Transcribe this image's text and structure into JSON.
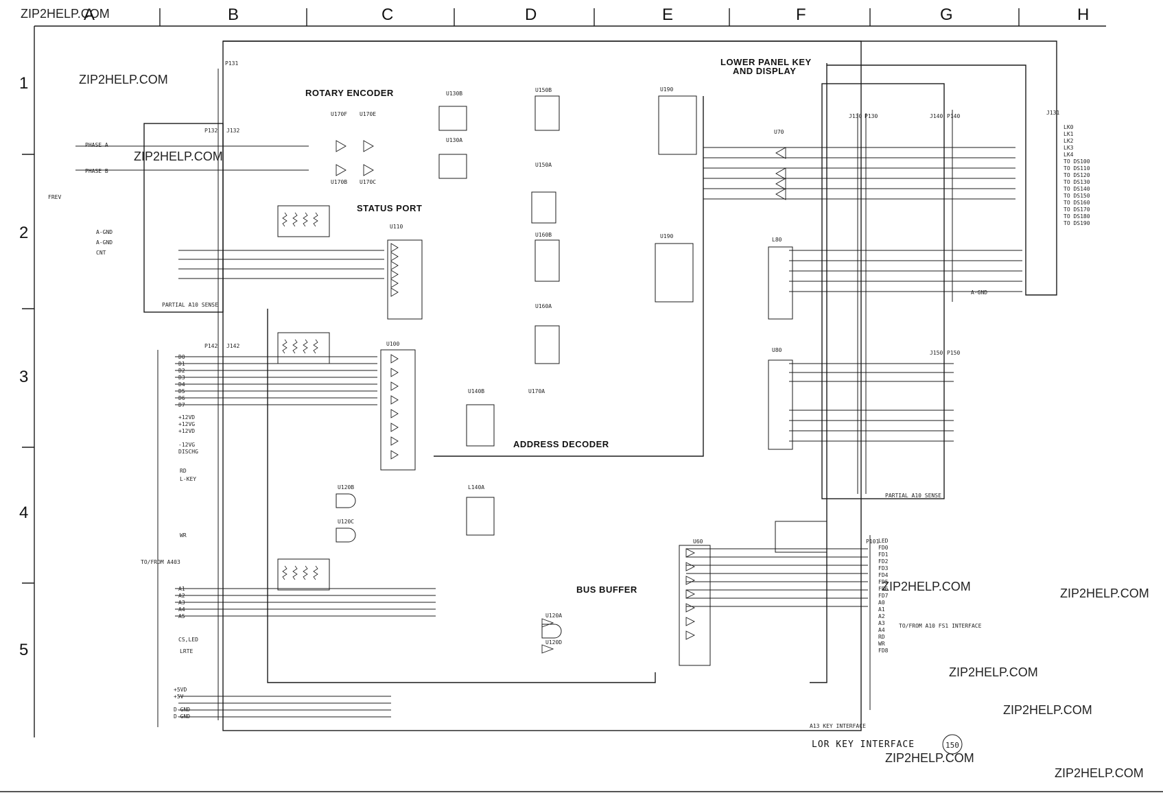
{
  "watermark": "ZIP2HELP.COM",
  "columns": [
    "A",
    "B",
    "C",
    "D",
    "E",
    "F",
    "G",
    "H"
  ],
  "rows": [
    "1",
    "2",
    "3",
    "4",
    "5"
  ],
  "blocks": {
    "rotary_encoder": "ROTARY ENCODER",
    "status_port": "STATUS PORT",
    "address_decoder": "ADDRESS DECODER",
    "bus_buffer": "BUS BUFFER",
    "lower_panel_line1": "LOWER PANEL KEY",
    "lower_panel_line2": "AND DISPLAY"
  },
  "components": {
    "u170f": "U170F",
    "u170e": "U170E",
    "u170b": "U170B",
    "u170c": "U170C",
    "u130b": "U130B",
    "u130a": "U130A",
    "u150b": "U150B",
    "u150a": "U150A",
    "u160b": "U160B",
    "u160a": "U160A",
    "u190_top": "U190",
    "u190_bot": "U190",
    "u70": "U70",
    "l80": "L80",
    "u80": "U80",
    "u110": "U110",
    "u100": "U100",
    "u140b": "U140B",
    "u170a": "U170A",
    "u140a": "L140A",
    "u120b": "U120B",
    "u120c": "U120C",
    "u120a": "U120A",
    "u120d": "U120D",
    "u60": "U60"
  },
  "connectors": {
    "p131": "P131",
    "j131": "J131",
    "p130": "P130",
    "j130": "J130",
    "p132": "P132",
    "j132": "J132",
    "p140": "P140",
    "j140": "J140",
    "p142": "P142",
    "j142": "J142",
    "p150": "P150",
    "j150": "J150",
    "p101": "P101"
  },
  "signals_left": [
    "D0",
    "D1",
    "D2",
    "D3",
    "D4",
    "D5",
    "D6",
    "D7"
  ],
  "signals_power": [
    "+12VD",
    "+12VG",
    "+12VD",
    "-12VG",
    "DISCHG"
  ],
  "signals_addr": [
    "A1",
    "A2",
    "A3",
    "A4",
    "A5"
  ],
  "signals_misc": [
    "RD",
    "L-KEY",
    "WR",
    "CS,LED",
    "LRTE"
  ],
  "signals_supply": [
    "+5VD",
    "+5V",
    "D-GND",
    "D-GND"
  ],
  "left_notes": {
    "phase_a": "PHASE A",
    "phase_b": "PHASE B",
    "frev": "FREV",
    "a_gnd1": "A-GND",
    "a_gnd2": "A-GND",
    "cnt": "CNT",
    "to_from": "TO/FROM A403",
    "partial_left": "PARTIAL A10 SENSE"
  },
  "right_signals": [
    "LK0",
    "LK1",
    "LK2",
    "LK3",
    "LK4",
    "TO DS100",
    "TO DS110",
    "TO DS120",
    "TO DS130",
    "TO DS140",
    "TO DS150",
    "TO DS160",
    "TO DS170",
    "TO DS180",
    "TO DS190",
    "A-GND"
  ],
  "bottom_right_signals": [
    "LED",
    "FD0",
    "FD1",
    "FD2",
    "FD3",
    "FD4",
    "FD5",
    "FD6",
    "FD7",
    "A0",
    "A1",
    "A2",
    "A3",
    "A4",
    "RD",
    "WR",
    "FD8"
  ],
  "bottom_right_notes": {
    "to_from_interface": "TO/FROM A10 FS1 INTERFACE",
    "partial_right": "PARTIAL A10 SENSE",
    "key_interface": "A13 KEY INTERFACE"
  },
  "footer_title": "LOR KEY  INTERFACE",
  "footer_number": "150",
  "line_color": "#1a1a1a"
}
